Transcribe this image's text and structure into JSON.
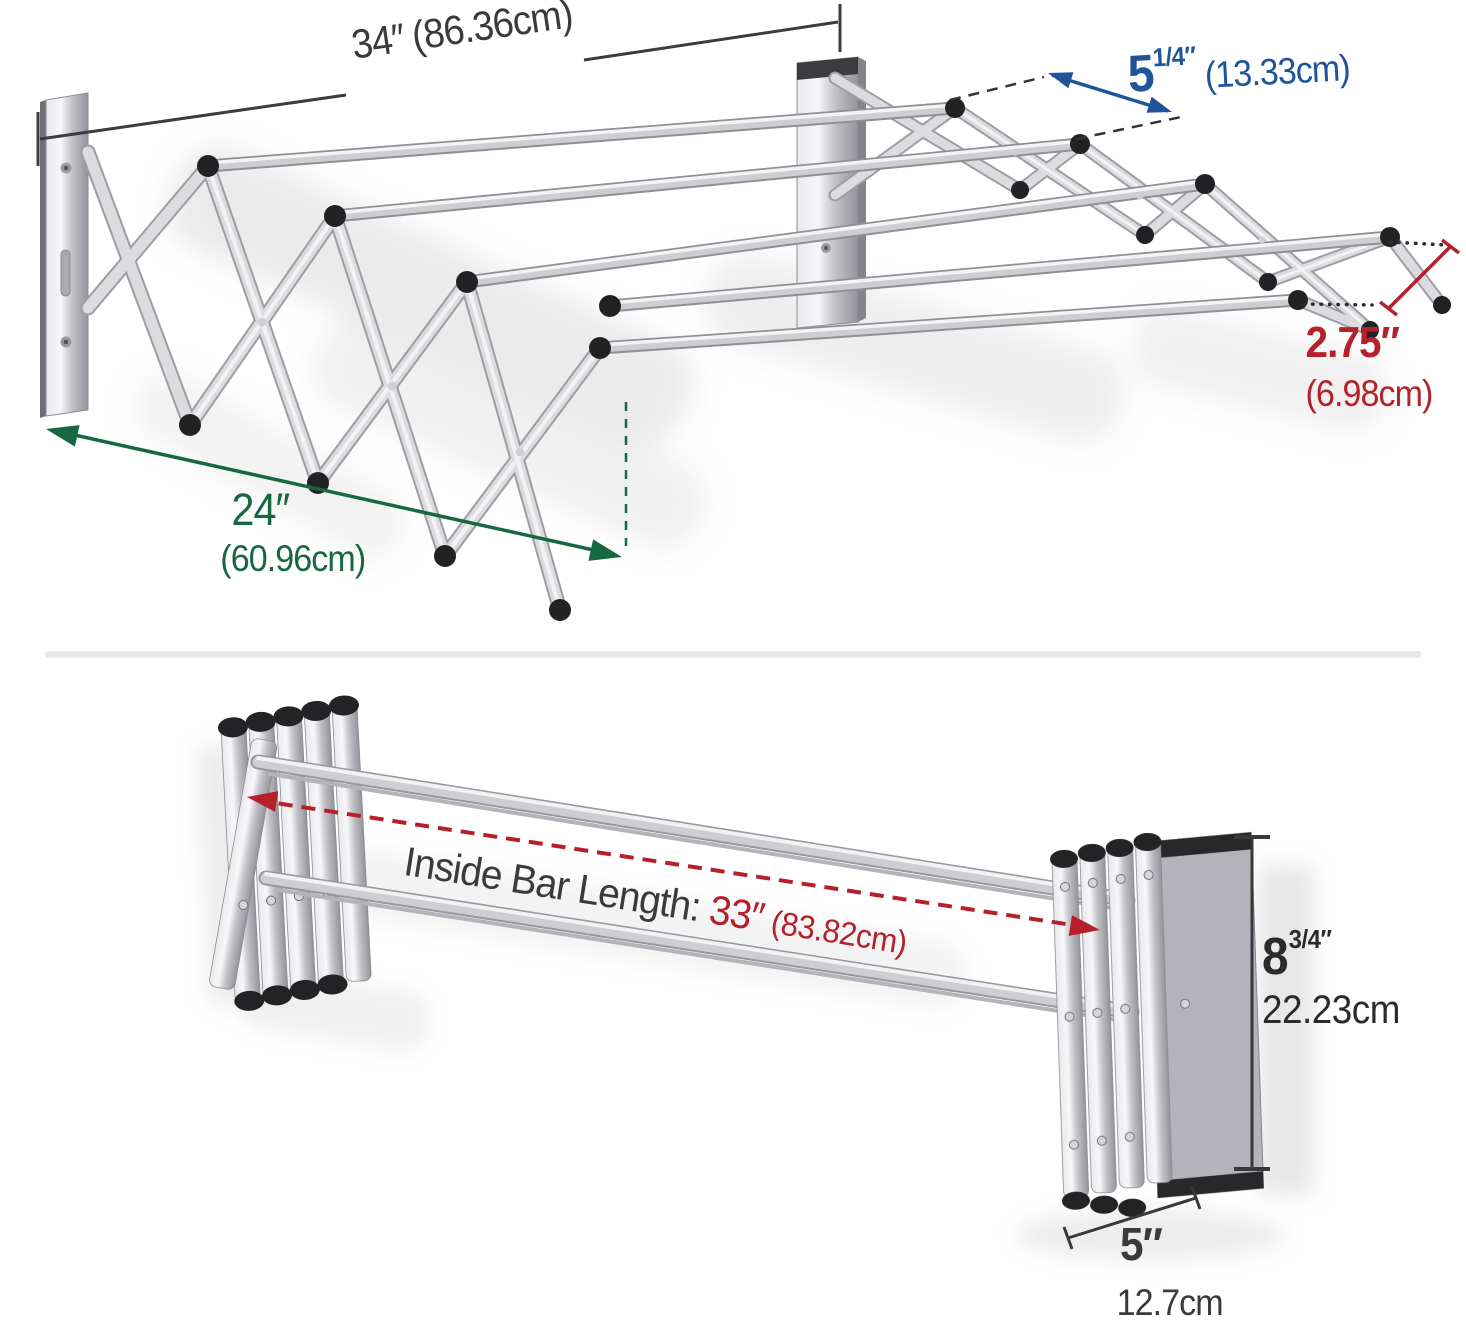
{
  "colors": {
    "text": "#3a3a3c",
    "blue_accent": "#1f549b",
    "green_accent": "#15683f",
    "red_accent": "#b5202b",
    "divider": "#e9e9e9",
    "steel_light": "#f4f4f6",
    "steel_dark": "#97979d",
    "cap_black": "#222224"
  },
  "extended_view": {
    "width": {
      "value": "34″",
      "metric": "(86.36cm)"
    },
    "bar_spacing": {
      "whole": "5",
      "fraction": "1/4″",
      "metric": "(13.33cm)"
    },
    "end_height": {
      "value": "2.75″",
      "metric": "(6.98cm)"
    },
    "extension_depth": {
      "value": "24″",
      "metric": "(60.96cm)"
    }
  },
  "collapsed_view": {
    "inside_bar_length": {
      "label": "Inside Bar Length: ",
      "value": "33″",
      "metric": "(83.82cm)"
    },
    "height": {
      "whole": "8",
      "fraction": "3/4″",
      "metric": "22.23cm"
    },
    "depth": {
      "value": "5″",
      "metric": "12.7cm"
    }
  }
}
